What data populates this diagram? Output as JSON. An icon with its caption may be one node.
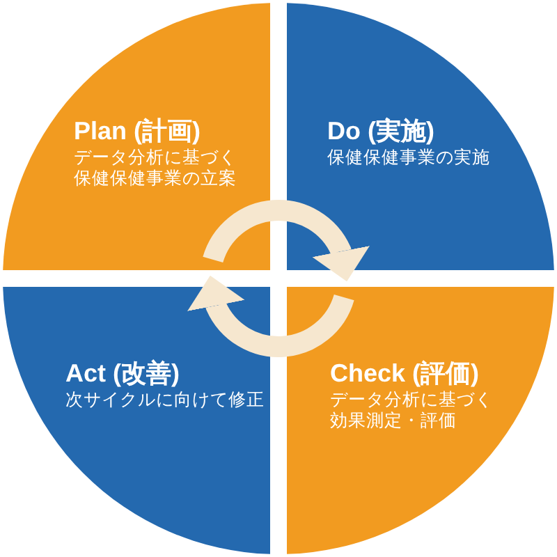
{
  "diagram": {
    "nodes": [
      {
        "text": [
          "Plan (計画)",
          "データ分析に基づく保健保健事業の立案"
        ]
      },
      {
        "text": [
          "Do (実施)",
          "保健保健事業の実施"
        ]
      },
      {
        "text": [
          "Act (改善)",
          "次サイクルに向けて修正"
        ]
      },
      {
        "text": [
          "Check (評価)",
          "データ分析に基づく効果測定・評価"
        ]
      }
    ],
    "edges": [
      {
        "from": 0,
        "to": 1,
        "arrow": "to"
      },
      {
        "from": 3,
        "to": 2,
        "arrow": "to"
      }
    ]
  }
}
